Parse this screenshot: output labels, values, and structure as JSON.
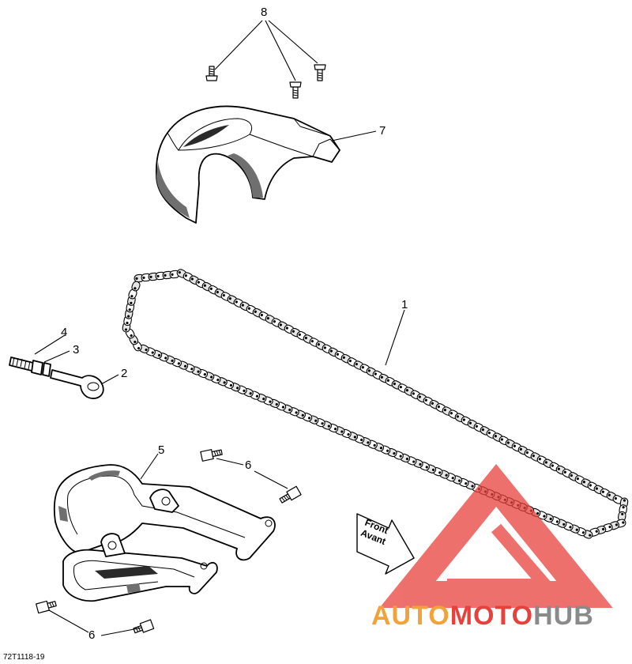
{
  "callouts": {
    "c1": "1",
    "c2": "2",
    "c3": "3",
    "c4": "4",
    "c5": "5",
    "c6a": "6",
    "c6b": "6",
    "c7": "7",
    "c8": "8"
  },
  "front_arrow": {
    "line1": "Front",
    "line2": "Avant"
  },
  "diagram_code": "72T1118-19",
  "watermark": {
    "part1": "AUTO",
    "part2": "MOTO",
    "part3": "HUB",
    "color_red": "#e8413c",
    "color_orange": "#f2a23a",
    "color_gray": "#8a8a8a"
  }
}
